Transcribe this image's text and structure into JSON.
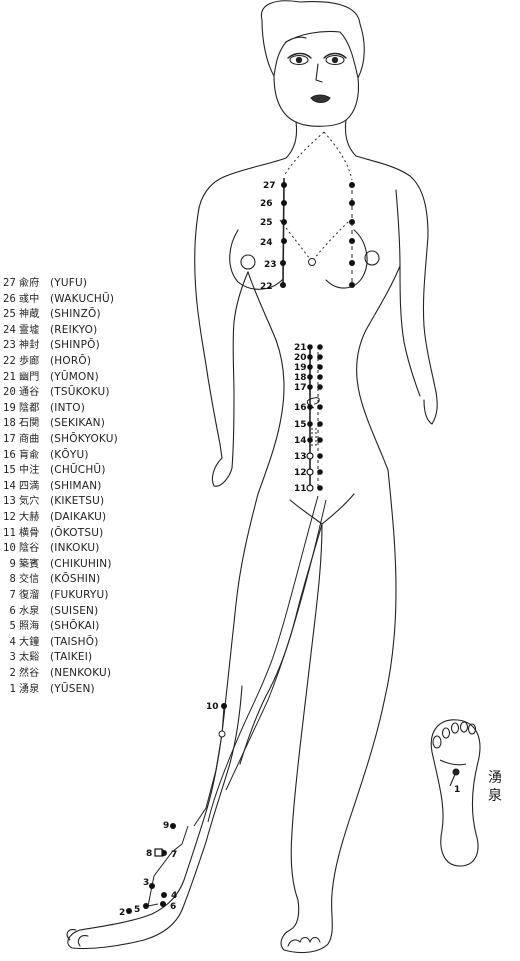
{
  "legend": [
    {
      "num": "27",
      "jp": "兪府",
      "romaji": "(YUFU)"
    },
    {
      "num": "26",
      "jp": "彧中",
      "romaji": "(WAKUCHŪ)"
    },
    {
      "num": "25",
      "jp": "神蔵",
      "romaji": "(SHINZŌ)"
    },
    {
      "num": "24",
      "jp": "霊墟",
      "romaji": "(REIKYO)"
    },
    {
      "num": "23",
      "jp": "神封",
      "romaji": "(SHINPŌ)"
    },
    {
      "num": "22",
      "jp": "歩廊",
      "romaji": "(HORŌ)"
    },
    {
      "num": "21",
      "jp": "幽門",
      "romaji": "(YŪMON)"
    },
    {
      "num": "20",
      "jp": "通谷",
      "romaji": "(TSŪKOKU)"
    },
    {
      "num": "19",
      "jp": "陰都",
      "romaji": "(INTO)"
    },
    {
      "num": "18",
      "jp": "石関",
      "romaji": "(SEKIKAN)"
    },
    {
      "num": "17",
      "jp": "商曲",
      "romaji": "(SHŌKYOKU)"
    },
    {
      "num": "16",
      "jp": "肓兪",
      "romaji": "(KŌYU)"
    },
    {
      "num": "15",
      "jp": "中注",
      "romaji": "(CHŪCHŪ)"
    },
    {
      "num": "14",
      "jp": "四満",
      "romaji": "(SHIMAN)"
    },
    {
      "num": "13",
      "jp": "気穴",
      "romaji": "(KIKETSU)"
    },
    {
      "num": "12",
      "jp": "大赫",
      "romaji": "(DAIKAKU)"
    },
    {
      "num": "11",
      "jp": "横骨",
      "romaji": "(ŌKOTSU)"
    },
    {
      "num": "10",
      "jp": "陰谷",
      "romaji": "(INKOKU)"
    },
    {
      "num": "9",
      "jp": "築賓",
      "romaji": "(CHIKUHIN)"
    },
    {
      "num": "8",
      "jp": "交信",
      "romaji": "(KŌSHIN)"
    },
    {
      "num": "7",
      "jp": "復溜",
      "romaji": "(FUKURYU)"
    },
    {
      "num": "6",
      "jp": "水泉",
      "romaji": "(SUISEN)"
    },
    {
      "num": "5",
      "jp": "照海",
      "romaji": "(SHŌKAI)"
    },
    {
      "num": "4",
      "jp": "大鐘",
      "romaji": "(TAISHŌ)"
    },
    {
      "num": "3",
      "jp": "太谿",
      "romaji": "(TAIKEI)"
    },
    {
      "num": "2",
      "jp": "然谷",
      "romaji": "(NENKOKU)"
    },
    {
      "num": "1",
      "jp": "湧泉",
      "romaji": "(YŪSEN)"
    }
  ],
  "points": {
    "p27": "27",
    "p26": "26",
    "p25": "25",
    "p24": "24",
    "p23": "23",
    "p22": "22",
    "p21": "21",
    "p20": "20",
    "p19": "19",
    "p18": "18",
    "p17": "17",
    "p16": "16",
    "p15": "15",
    "p14": "14",
    "p13": "13",
    "p12": "12",
    "p11": "11",
    "p10": "10",
    "p9": "9",
    "p8": "8",
    "p7": "7",
    "p6": "6",
    "p5": "5",
    "p4": "4",
    "p3": "3",
    "p2": "2",
    "p1": "1"
  },
  "foot_label": [
    "湧",
    "泉"
  ],
  "colors": {
    "ink": "#222222",
    "point": "#111111",
    "paper": "#ffffff"
  }
}
